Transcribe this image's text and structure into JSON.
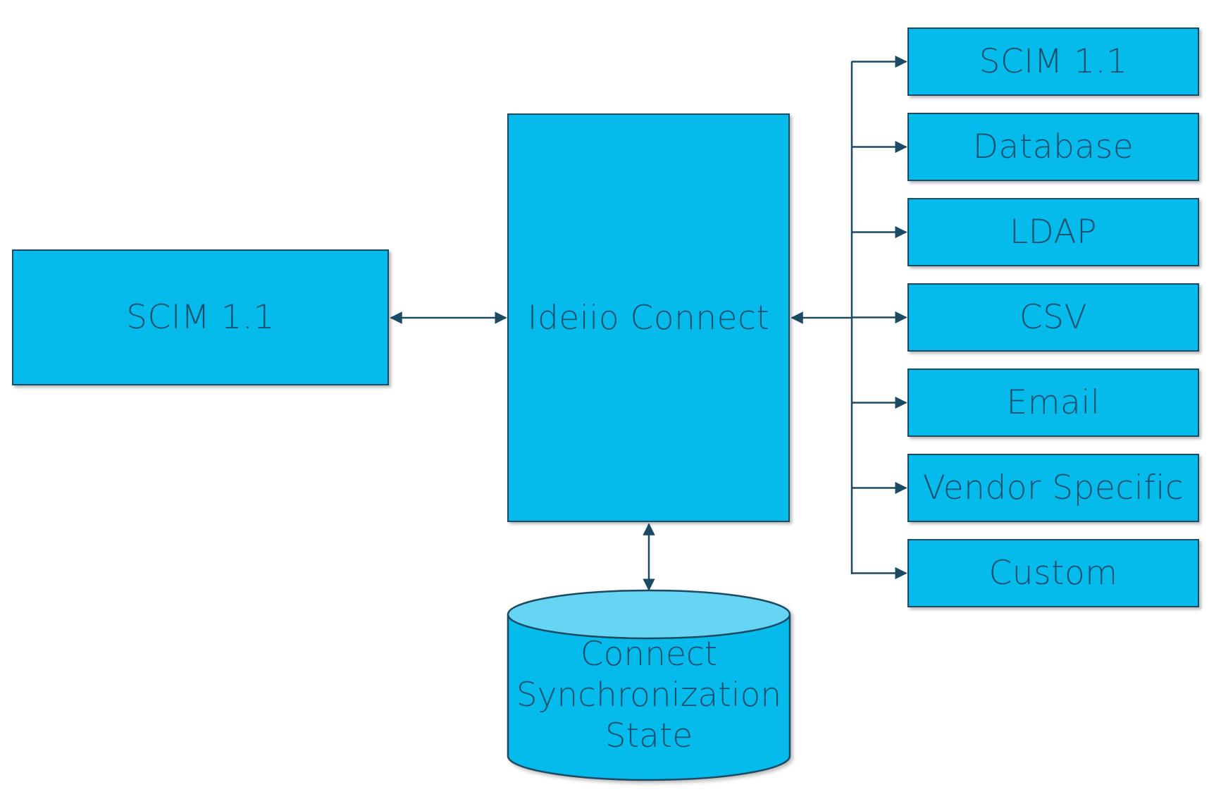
{
  "source": {
    "label": "SCIM 1.1"
  },
  "hub": {
    "label": "Ideiio Connect"
  },
  "store": {
    "label": "Connect\nSynchronization\nState"
  },
  "targets": [
    {
      "label": "SCIM 1.1"
    },
    {
      "label": "Database"
    },
    {
      "label": "LDAP"
    },
    {
      "label": "CSV"
    },
    {
      "label": "Email"
    },
    {
      "label": "Vendor Specific"
    },
    {
      "label": "Custom"
    }
  ],
  "colors": {
    "box_fill": "#05bbeb",
    "cylinder_top": "#66d4f3",
    "stroke": "#1c4a63",
    "text": "#1a4f6e"
  }
}
